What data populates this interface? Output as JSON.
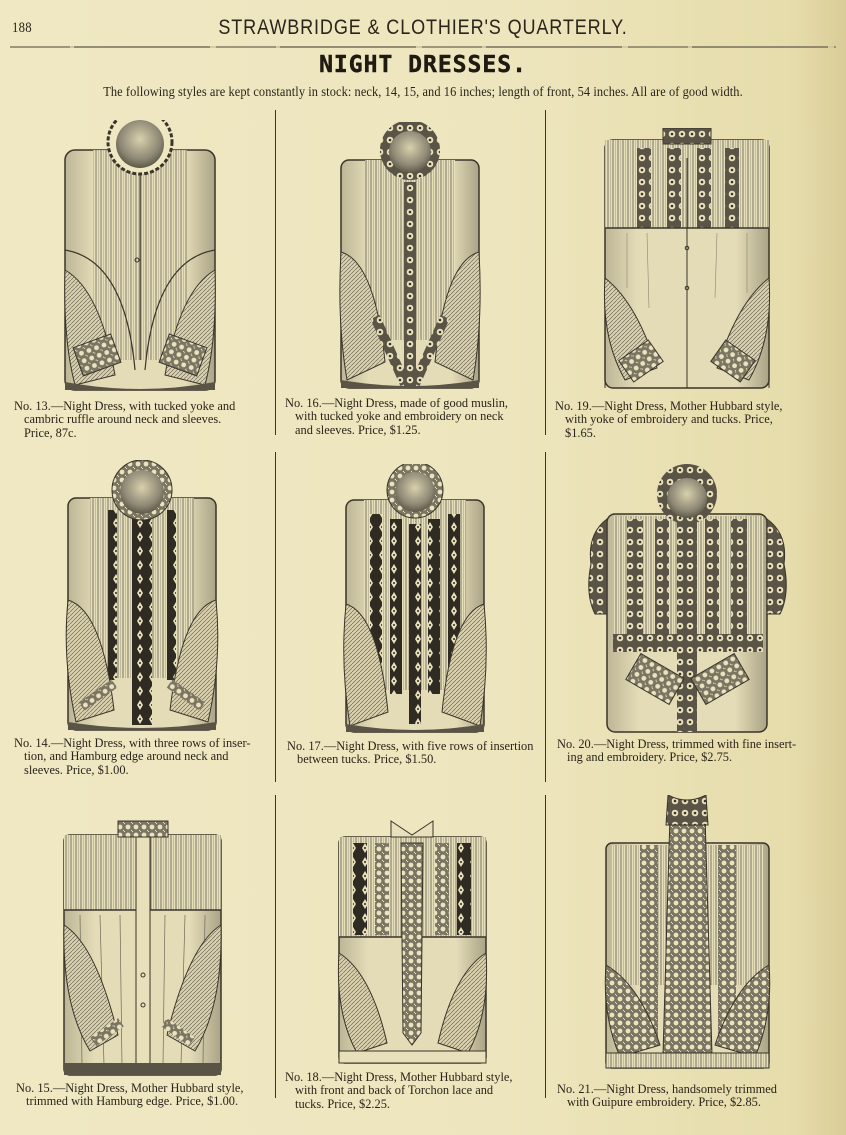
{
  "header": {
    "page_number": "188",
    "publication": "STRAWBRIDGE & CLOTHIER'S QUARTERLY.",
    "section_title": "NIGHT DRESSES.",
    "intro": "The following styles are kept constantly in stock: neck, 14, 15, and 16 inches; length of front, 54 inches.   All are of good width."
  },
  "colors": {
    "paper": "#ede5bd",
    "ink": "#2a241a",
    "engraving_dark": "#3a342a",
    "engraving_mid": "#8a8574"
  },
  "items": [
    {
      "number": "No. 13",
      "style": "tucked yoke, cambric ruffle",
      "caption_lines": [
        "No. 13.—Night Dress, with tucked yoke and",
        "cambric ruffle around neck and sleeves.",
        "Price, 87c."
      ],
      "price": "87c."
    },
    {
      "number": "No. 16",
      "style": "muslin, tucked yoke, embroidery",
      "caption_lines": [
        "No. 16.—Night Dress, made of good muslin,",
        "with tucked yoke and embroidery on neck",
        "and sleeves.  Price, $1.25."
      ],
      "price": "$1.25"
    },
    {
      "number": "No. 19",
      "style": "Mother Hubbard, embroidery yoke",
      "caption_lines": [
        "No. 19.—Night Dress, Mother Hubbard style,",
        "with yoke of embroidery and tucks.  Price,",
        "$1.65."
      ],
      "price": "$1.65"
    },
    {
      "number": "No. 14",
      "style": "three rows of insertion, Hamburg edge",
      "caption_lines": [
        "No. 14.—Night Dress, with three rows of inser-",
        "tion, and Hamburg edge around neck and",
        "sleeves.  Price, $1.00."
      ],
      "price": "$1.00"
    },
    {
      "number": "No. 17",
      "style": "five rows of insertion",
      "caption_lines": [
        "No. 17.—Night Dress, with five rows of insertion",
        "between tucks.  Price, $1.50."
      ],
      "price": "$1.50"
    },
    {
      "number": "No. 20",
      "style": "fine inserting and embroidery",
      "caption_lines": [
        "No. 20.—Night Dress, trimmed with fine insert-",
        "ing and embroidery.  Price, $2.75."
      ],
      "price": "$2.75"
    },
    {
      "number": "No. 15",
      "style": "Mother Hubbard, Hamburg edge",
      "caption_lines": [
        "No. 15.—Night Dress, Mother Hubbard style,",
        "trimmed with Hamburg edge.  Price, $1.00."
      ],
      "price": "$1.00"
    },
    {
      "number": "No. 18",
      "style": "Mother Hubbard, Torchon lace",
      "caption_lines": [
        "No. 18.—Night Dress, Mother Hubbard style,",
        "with front and back of Torchon lace and",
        "tucks.  Price, $2.25."
      ],
      "price": "$2.25"
    },
    {
      "number": "No. 21",
      "style": "Guipure embroidery",
      "caption_lines": [
        "No. 21.—Night  Dress, handsomely trimmed",
        "with Guipure embroidery.  Price, $2.85."
      ],
      "price": "$2.85"
    }
  ]
}
